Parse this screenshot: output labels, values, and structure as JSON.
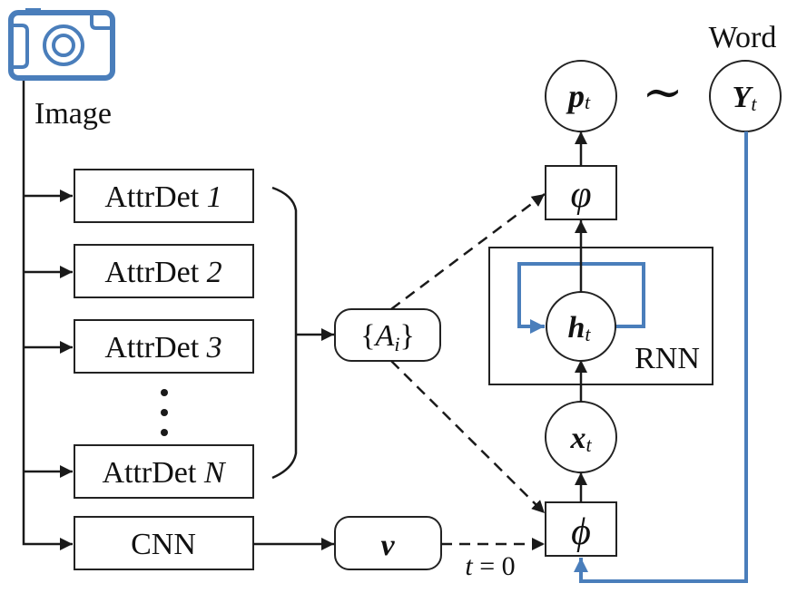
{
  "title": "Attribute-based image captioning model",
  "colors": {
    "accent_blue": "#4a7ebb",
    "stroke": "#1a1a1a",
    "background": "#ffffff"
  },
  "input": {
    "icon": "camera-icon",
    "label": "Image"
  },
  "detectors": [
    {
      "prefix": "AttrDet",
      "index": "1"
    },
    {
      "prefix": "AttrDet",
      "index": "2"
    },
    {
      "prefix": "AttrDet",
      "index": "3"
    },
    {
      "prefix": "AttrDet",
      "index": "N"
    }
  ],
  "ellipsis": "⋮",
  "cnn": {
    "label": "CNN"
  },
  "attributes_node": {
    "open": "{",
    "symbol": "A",
    "subscript": "i",
    "close": "}"
  },
  "visual_node": {
    "symbol": "v"
  },
  "t0_label": {
    "var": "t",
    "rest": " = 0"
  },
  "phi_node": {
    "symbol": "ϕ"
  },
  "x_node": {
    "symbol": "x",
    "subscript": "t"
  },
  "rnn": {
    "label": "RNN"
  },
  "h_node": {
    "symbol": "h",
    "subscript": "t"
  },
  "varphi_node": {
    "symbol": "φ"
  },
  "p_node": {
    "symbol": "p",
    "subscript": "t"
  },
  "tilde": "∼",
  "word": {
    "label": "Word",
    "symbol": "Y",
    "subscript": "t"
  }
}
